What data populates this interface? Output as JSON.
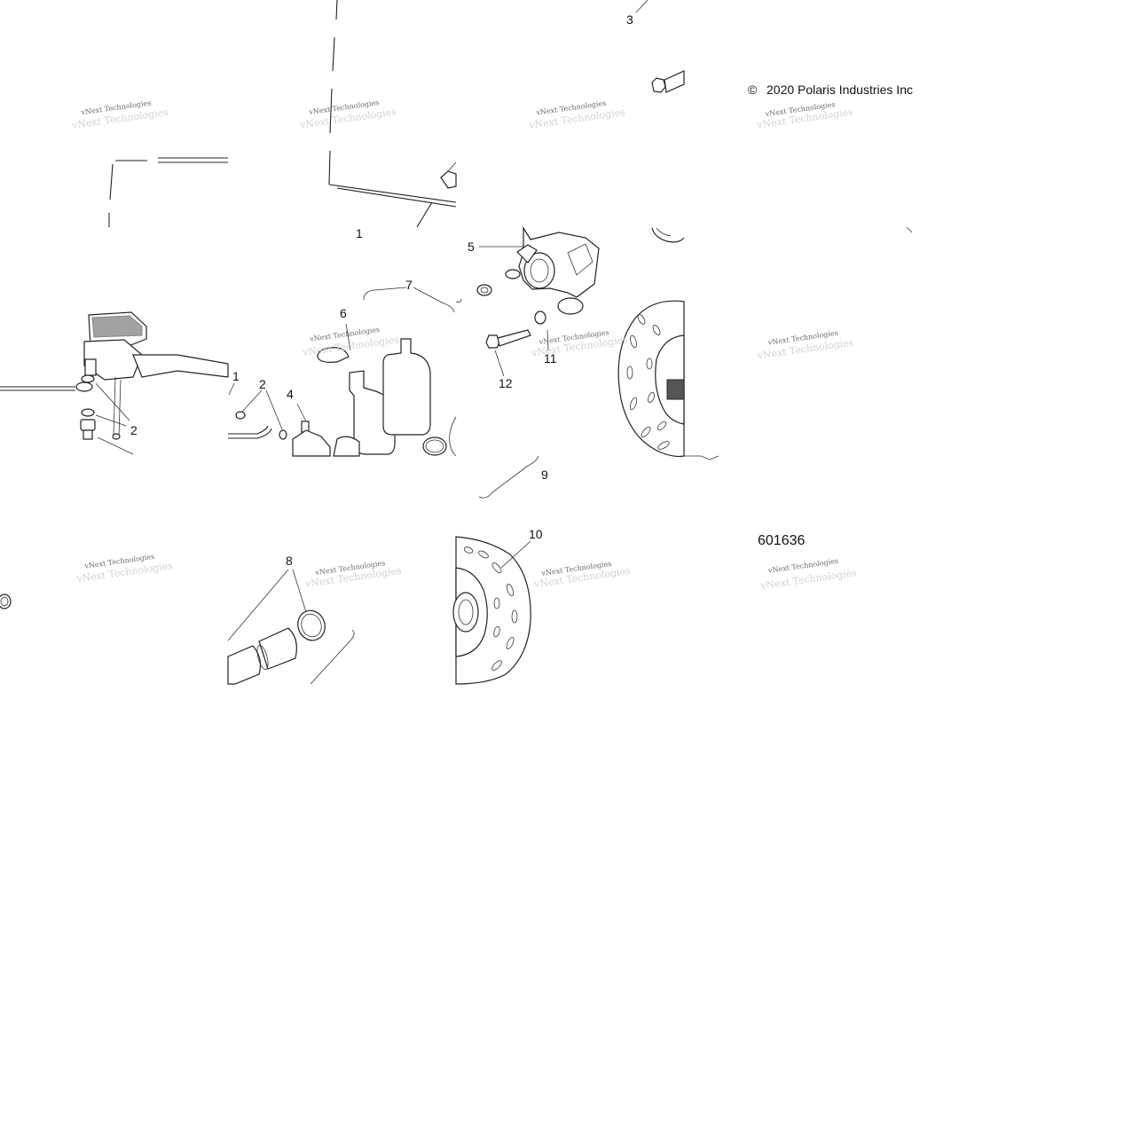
{
  "copyright": "2020 Polaris Industries Inc",
  "copyright_symbol": "©",
  "diagram_code": "601636",
  "watermark_line1": "vNext Technologies",
  "watermark_line2": "vNext Technologies",
  "callouts": {
    "c1a": "1",
    "c1b": "1",
    "c2a": "2",
    "c2b": "2",
    "c3": "3",
    "c4": "4",
    "c5": "5",
    "c6": "6",
    "c7": "7",
    "c8": "8",
    "c9": "9",
    "c10": "10",
    "c11": "11",
    "c12": "12"
  }
}
